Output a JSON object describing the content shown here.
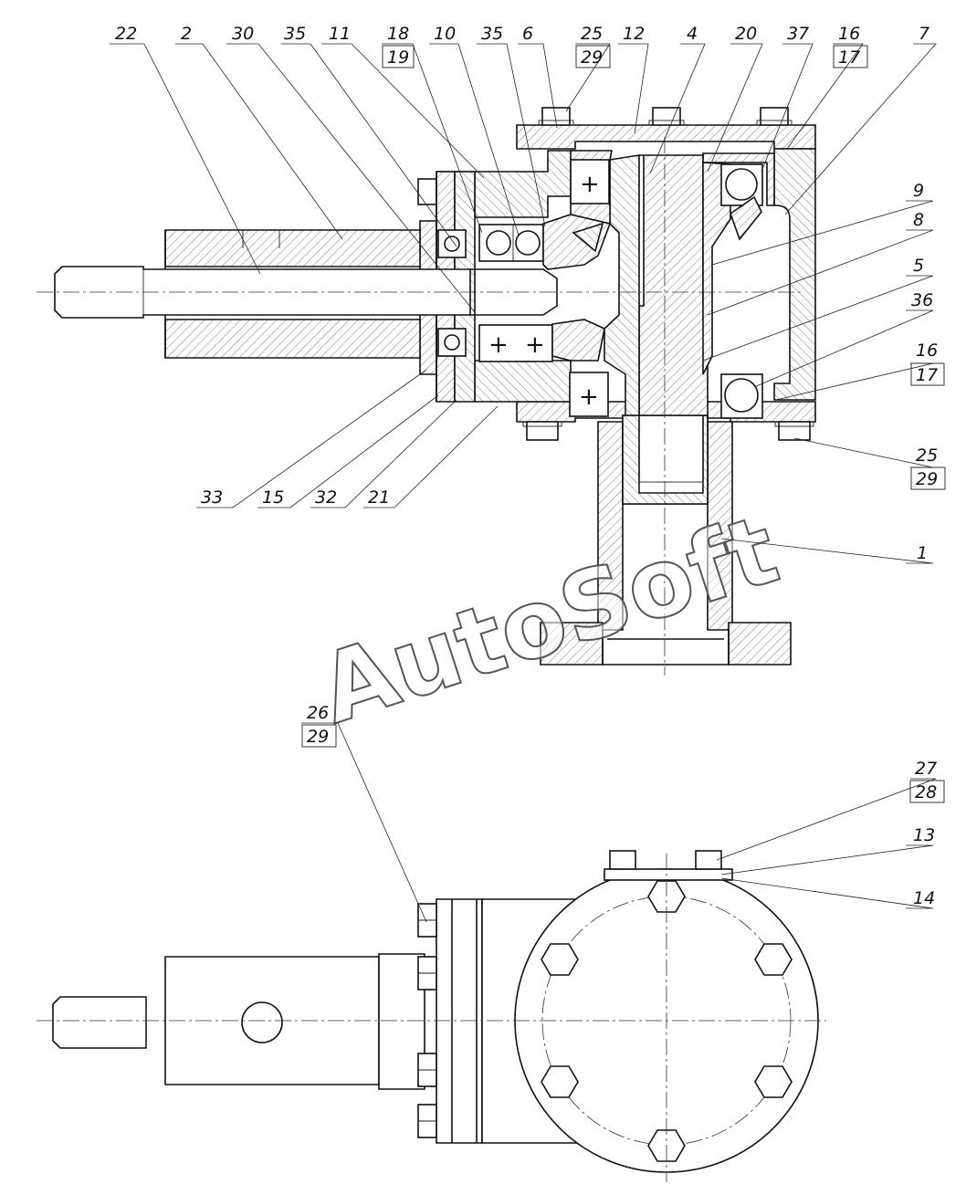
{
  "watermark": "AutoSoft",
  "labels": {
    "l22": "22",
    "l2": "2",
    "l30": "30",
    "l35a": "35",
    "l11": "11",
    "l18": "18",
    "l19": "19",
    "l10": "10",
    "l35b": "35",
    "l6": "6",
    "l25a": "25",
    "l29a": "29",
    "l12": "12",
    "l4": "4",
    "l20": "20",
    "l37": "37",
    "l16a": "16",
    "l17a": "17",
    "l7": "7",
    "l9": "9",
    "l8": "8",
    "l5": "5",
    "l36": "36",
    "l16b": "16",
    "l17b": "17",
    "l25b": "25",
    "l29b": "29",
    "l1": "1",
    "l33": "33",
    "l15": "15",
    "l32": "32",
    "l21": "21",
    "l26": "26",
    "l29c": "29",
    "l27": "27",
    "l28": "28",
    "l13": "13",
    "l14": "14"
  }
}
